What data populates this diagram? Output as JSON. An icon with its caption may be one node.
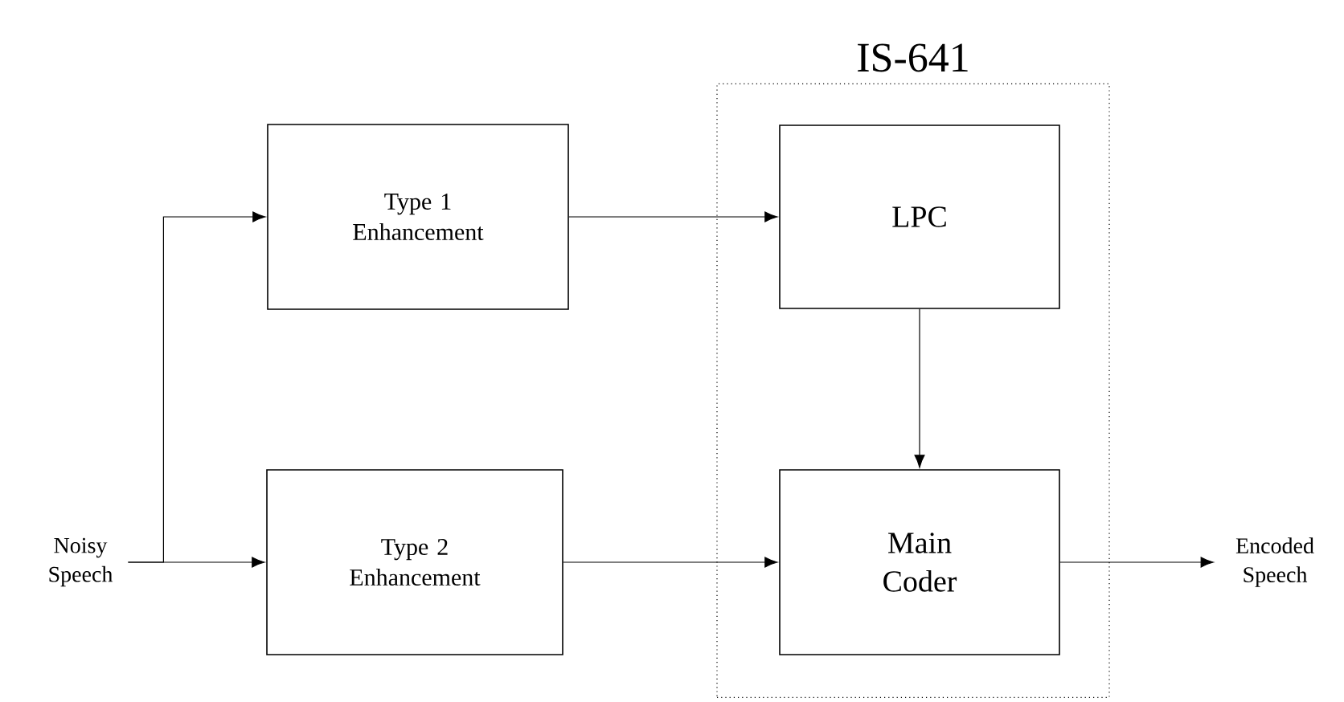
{
  "diagram": {
    "nodes": [
      {
        "text": [
          "IS-641"
        ]
      },
      {
        "text": [
          "Noisy Speech"
        ]
      },
      {
        "text": [
          "Type 1 Enhancement"
        ]
      },
      {
        "text": [
          "Type 2 Enhancement"
        ]
      },
      {
        "text": [
          "LPC"
        ],
        "in": 0
      },
      {
        "text": [
          "Main Coder"
        ],
        "in": 0
      },
      {
        "text": [
          "Encoded Speech"
        ]
      }
    ],
    "edges": [
      {
        "from": 1,
        "to": 2,
        "arrow": "to"
      },
      {
        "from": 1,
        "to": 3,
        "arrow": "to"
      },
      {
        "from": 2,
        "to": 4,
        "arrow": "to"
      },
      {
        "from": 4,
        "to": 5,
        "arrow": "to"
      },
      {
        "from": 3,
        "to": 5,
        "arrow": "to"
      },
      {
        "from": 5,
        "to": 6,
        "arrow": "to"
      }
    ]
  }
}
